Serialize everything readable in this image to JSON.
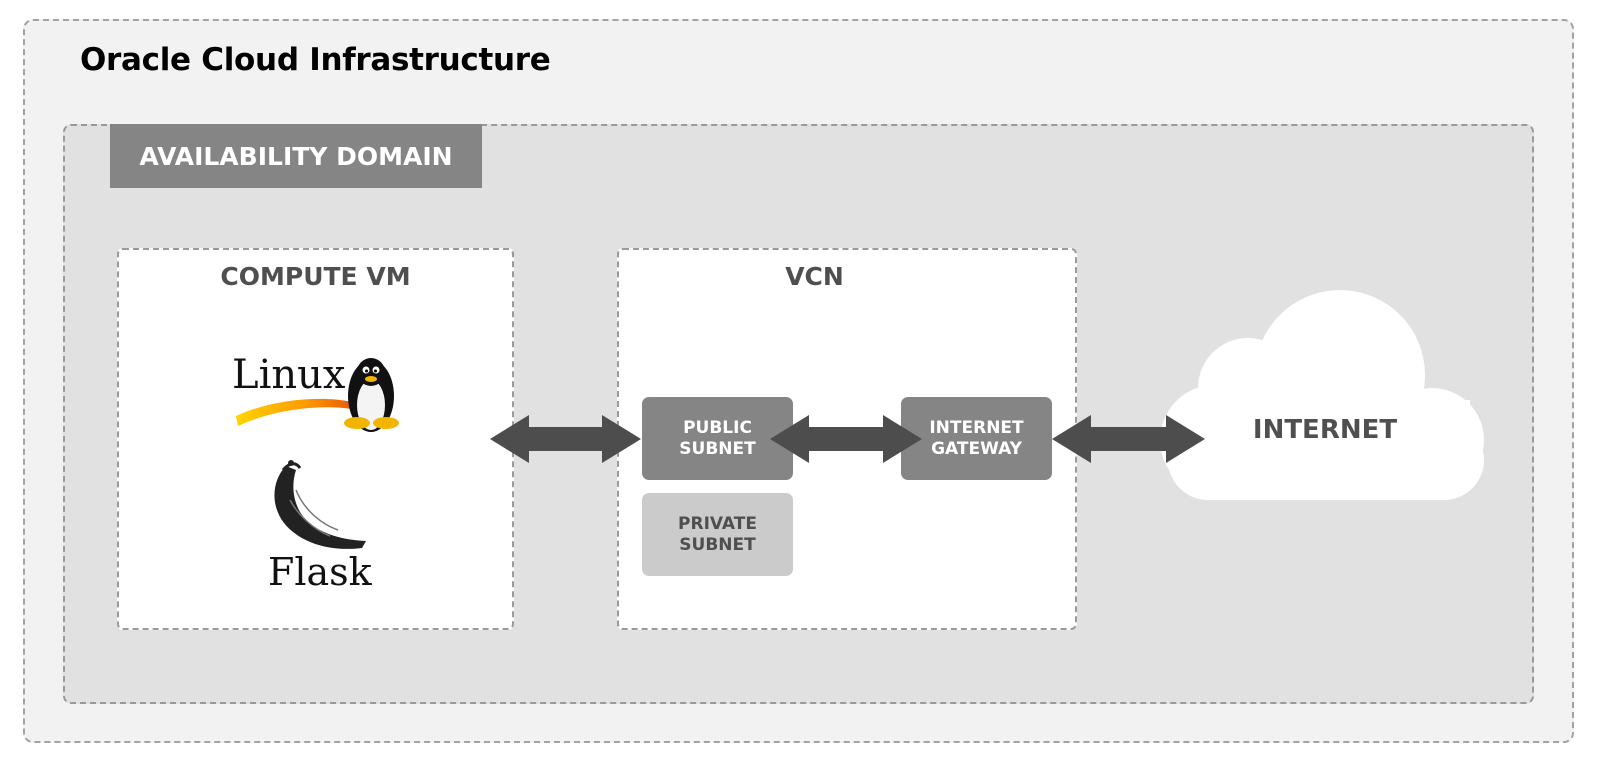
{
  "title": "Oracle Cloud Infrastructure",
  "availability_domain": {
    "label": "AVAILABILITY DOMAIN"
  },
  "compute": {
    "title": "COMPUTE VM",
    "linux_logo_text": "Linux",
    "flask_logo_text": "Flask"
  },
  "vcn": {
    "title": "VCN",
    "public_subnet": {
      "line1": "PUBLIC",
      "line2": "SUBNET"
    },
    "private_subnet": {
      "line1": "PRIVATE",
      "line2": "SUBNET"
    },
    "internet_gateway": {
      "line1": "INTERNET",
      "line2": "GATEWAY"
    }
  },
  "internet": {
    "label": "INTERNET"
  },
  "colors": {
    "outer_bg": "#f2f2f2",
    "domain_bg": "#e1e1e1",
    "label_gray": "#858585",
    "arrow": "#4d4d4d",
    "private_subnet": "#cbcbcb"
  },
  "icons": [
    "linux-logo",
    "tux-penguin-icon",
    "flask-logo",
    "flask-horn-icon",
    "cloud-icon",
    "bidirectional-arrow-icon"
  ]
}
